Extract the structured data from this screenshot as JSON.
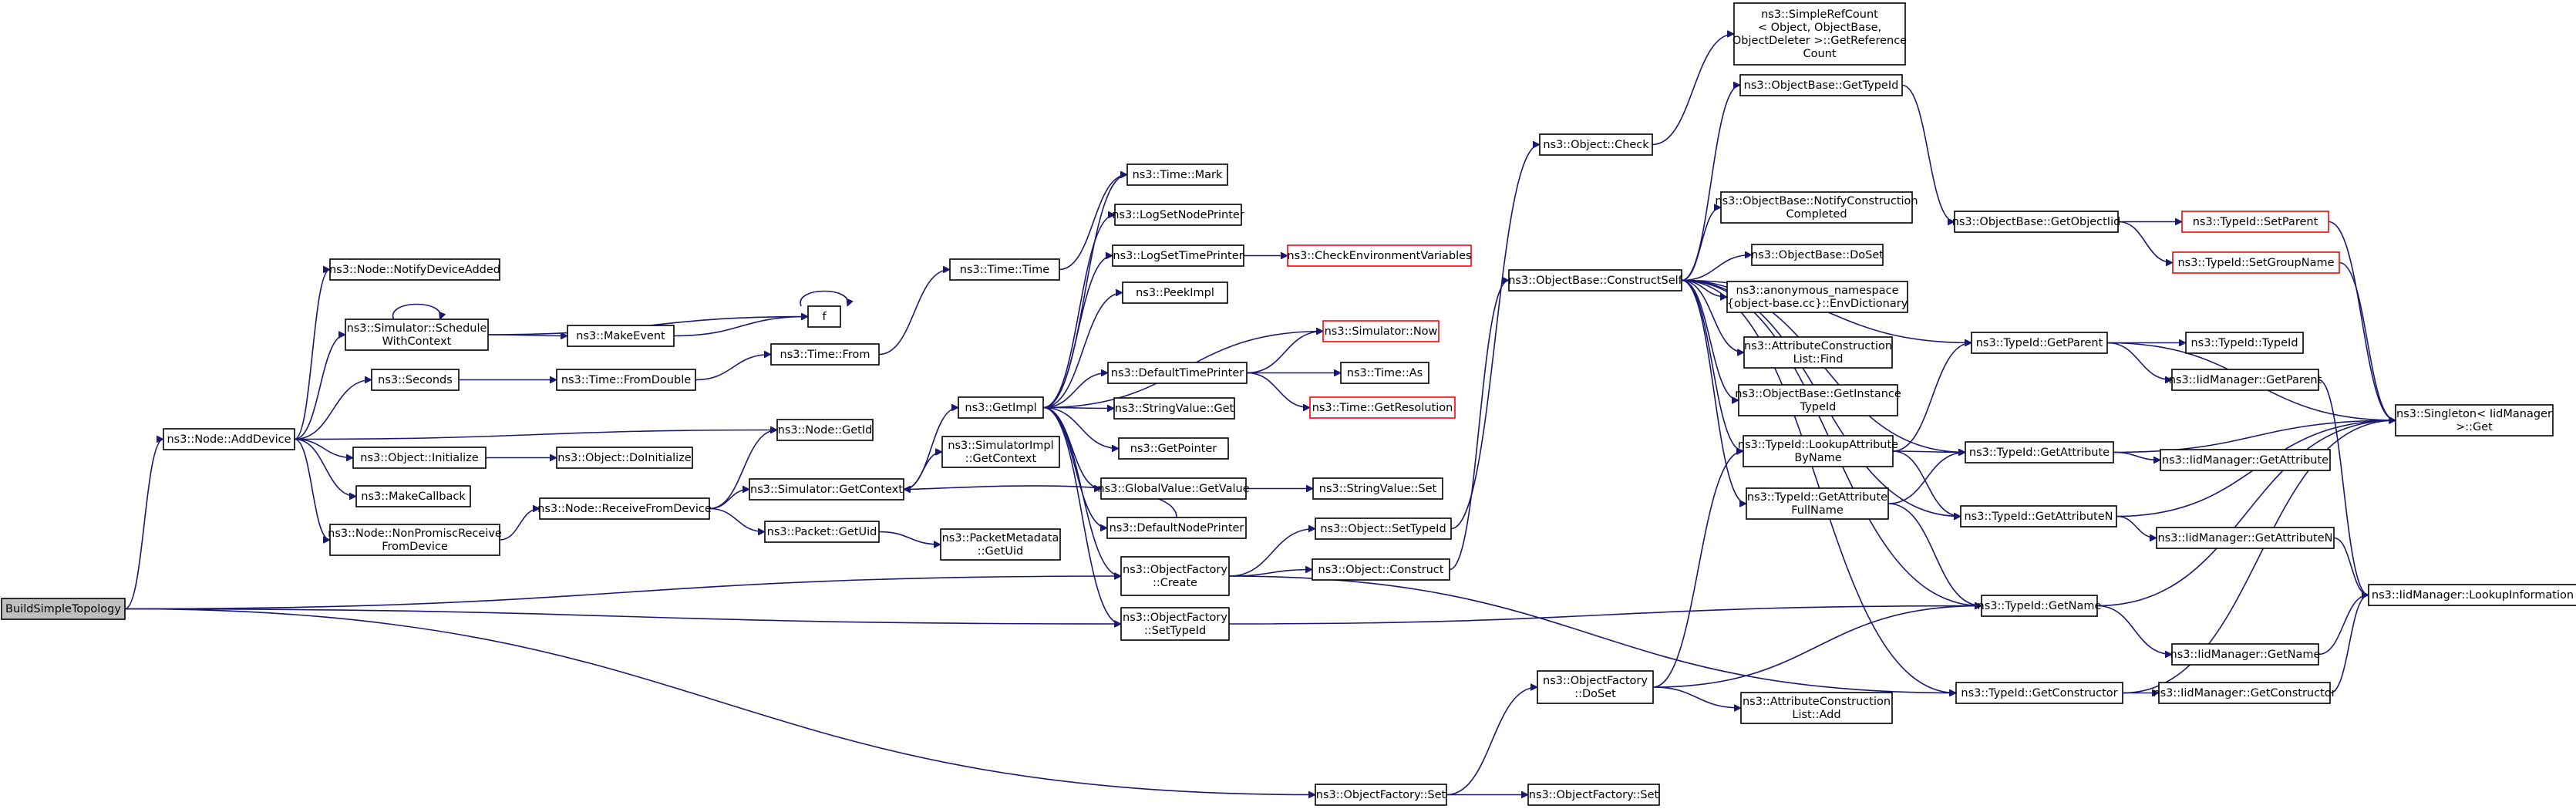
{
  "graph": {
    "type": "call-graph",
    "edge_color": "#191970",
    "highlight_border_color": "#ff0000",
    "root_fill": "#bfbfbf",
    "nodes": [
      {
        "id": "root",
        "lines": [
          "BuildSimpleTopology"
        ],
        "root": true
      },
      {
        "id": "addDevice",
        "lines": [
          "ns3::Node::AddDevice"
        ]
      },
      {
        "id": "notifyDeviceAdded",
        "lines": [
          "ns3::Node::NotifyDeviceAdded"
        ]
      },
      {
        "id": "scheduleWithContext",
        "lines": [
          "ns3::Simulator::Schedule",
          "WithContext"
        ]
      },
      {
        "id": "f",
        "lines": [
          "f"
        ]
      },
      {
        "id": "makeEvent",
        "lines": [
          "ns3::MakeEvent"
        ]
      },
      {
        "id": "seconds",
        "lines": [
          "ns3::Seconds"
        ]
      },
      {
        "id": "fromDouble",
        "lines": [
          "ns3::Time::FromDouble"
        ]
      },
      {
        "id": "timeFrom",
        "lines": [
          "ns3::Time::From"
        ]
      },
      {
        "id": "timeTime",
        "lines": [
          "ns3::Time::Time"
        ]
      },
      {
        "id": "timeMark",
        "lines": [
          "ns3::Time::Mark"
        ]
      },
      {
        "id": "getId",
        "lines": [
          "ns3::Node::GetId"
        ]
      },
      {
        "id": "objInitialize",
        "lines": [
          "ns3::Object::Initialize"
        ]
      },
      {
        "id": "doInitialize",
        "lines": [
          "ns3::Object::DoInitialize"
        ]
      },
      {
        "id": "makeCallback",
        "lines": [
          "ns3::MakeCallback"
        ]
      },
      {
        "id": "nonPromisc",
        "lines": [
          "ns3::Node::NonPromiscReceive",
          "FromDevice"
        ]
      },
      {
        "id": "receiveFromDevice",
        "lines": [
          "ns3::Node::ReceiveFromDevice"
        ]
      },
      {
        "id": "simGetContext",
        "lines": [
          "ns3::Simulator::GetContext"
        ]
      },
      {
        "id": "getImpl",
        "lines": [
          "ns3::GetImpl"
        ]
      },
      {
        "id": "simImplGetContext",
        "lines": [
          "ns3::SimulatorImpl",
          "::GetContext"
        ]
      },
      {
        "id": "packetGetUid",
        "lines": [
          "ns3::Packet::GetUid"
        ]
      },
      {
        "id": "pktMetaGetUid",
        "lines": [
          "ns3::PacketMetadata",
          "::GetUid"
        ]
      },
      {
        "id": "logSetNodePrinter",
        "lines": [
          "ns3::LogSetNodePrinter"
        ]
      },
      {
        "id": "logSetTimePrinter",
        "lines": [
          "ns3::LogSetTimePrinter"
        ]
      },
      {
        "id": "checkEnv",
        "lines": [
          "ns3::CheckEnvironmentVariables"
        ],
        "red": true
      },
      {
        "id": "peekImpl",
        "lines": [
          "ns3::PeekImpl"
        ]
      },
      {
        "id": "defaultTimePrinter",
        "lines": [
          "ns3::DefaultTimePrinter"
        ]
      },
      {
        "id": "simNow",
        "lines": [
          "ns3::Simulator::Now"
        ],
        "red": true
      },
      {
        "id": "timeAs",
        "lines": [
          "ns3::Time::As"
        ]
      },
      {
        "id": "timeGetResolution",
        "lines": [
          "ns3::Time::GetResolution"
        ],
        "red": true
      },
      {
        "id": "stringValueGet",
        "lines": [
          "ns3::StringValue::Get"
        ]
      },
      {
        "id": "getPointer",
        "lines": [
          "ns3::GetPointer"
        ]
      },
      {
        "id": "globalValueGetValue",
        "lines": [
          "ns3::GlobalValue::GetValue"
        ]
      },
      {
        "id": "stringValueSet",
        "lines": [
          "ns3::StringValue::Set"
        ]
      },
      {
        "id": "defaultNodePrinter",
        "lines": [
          "ns3::DefaultNodePrinter"
        ]
      },
      {
        "id": "ofCreate",
        "lines": [
          "ns3::ObjectFactory",
          "::Create"
        ]
      },
      {
        "id": "ofSetTypeId",
        "lines": [
          "ns3::ObjectFactory",
          "::SetTypeId"
        ]
      },
      {
        "id": "objSetTypeId",
        "lines": [
          "ns3::Object::SetTypeId"
        ]
      },
      {
        "id": "objConstruct",
        "lines": [
          "ns3::Object::Construct"
        ]
      },
      {
        "id": "objCheck",
        "lines": [
          "ns3::Object::Check"
        ]
      },
      {
        "id": "simpleRefCount",
        "lines": [
          "ns3::SimpleRefCount",
          "< Object, ObjectBase,",
          "ObjectDeleter >::GetReference",
          "Count"
        ]
      },
      {
        "id": "obGetTypeId",
        "lines": [
          "ns3::ObjectBase::GetTypeId"
        ]
      },
      {
        "id": "constructSelf",
        "lines": [
          "ns3::ObjectBase::ConstructSelf"
        ]
      },
      {
        "id": "notifyConstruction",
        "lines": [
          "ns3::ObjectBase::NotifyConstruction",
          "Completed"
        ]
      },
      {
        "id": "obDoSet",
        "lines": [
          "ns3::ObjectBase::DoSet"
        ]
      },
      {
        "id": "envDictionary",
        "lines": [
          "ns3::anonymous_namespace",
          "{object-base.cc}::EnvDictionary"
        ]
      },
      {
        "id": "acListFind",
        "lines": [
          "ns3::AttributeConstruction",
          "List::Find"
        ]
      },
      {
        "id": "getInstanceTypeId",
        "lines": [
          "ns3::ObjectBase::GetInstance",
          "TypeId"
        ]
      },
      {
        "id": "lookupAttrByName",
        "lines": [
          "ns3::TypeId::LookupAttribute",
          "ByName"
        ]
      },
      {
        "id": "getAttrFullName",
        "lines": [
          "ns3::TypeId::GetAttribute",
          "FullName"
        ]
      },
      {
        "id": "ofDoSet",
        "lines": [
          "ns3::ObjectFactory",
          "::DoSet"
        ]
      },
      {
        "id": "acListAdd",
        "lines": [
          "ns3::AttributeConstruction",
          "List::Add"
        ]
      },
      {
        "id": "ofSet",
        "lines": [
          "ns3::ObjectFactory::Set"
        ]
      },
      {
        "id": "ofSet2",
        "lines": [
          "ns3::ObjectFactory::Set"
        ]
      },
      {
        "id": "getObjectIid",
        "lines": [
          "ns3::ObjectBase::GetObjectIid"
        ]
      },
      {
        "id": "tidSetParent",
        "lines": [
          "ns3::TypeId::SetParent"
        ],
        "red": true
      },
      {
        "id": "tidSetGroupName",
        "lines": [
          "ns3::TypeId::SetGroupName"
        ],
        "red": true
      },
      {
        "id": "tidGetParent",
        "lines": [
          "ns3::TypeId::GetParent"
        ]
      },
      {
        "id": "tidTypeId",
        "lines": [
          "ns3::TypeId::TypeId"
        ]
      },
      {
        "id": "iidGetParent",
        "lines": [
          "ns3::IidManager::GetParent"
        ]
      },
      {
        "id": "tidGetAttribute",
        "lines": [
          "ns3::TypeId::GetAttribute"
        ]
      },
      {
        "id": "iidGetAttribute",
        "lines": [
          "ns3::IidManager::GetAttribute"
        ]
      },
      {
        "id": "tidGetAttributeN",
        "lines": [
          "ns3::TypeId::GetAttributeN"
        ]
      },
      {
        "id": "iidGetAttributeN",
        "lines": [
          "ns3::IidManager::GetAttributeN"
        ]
      },
      {
        "id": "tidGetName",
        "lines": [
          "ns3::TypeId::GetName"
        ]
      },
      {
        "id": "iidGetName",
        "lines": [
          "ns3::IidManager::GetName"
        ]
      },
      {
        "id": "tidGetConstructor",
        "lines": [
          "ns3::TypeId::GetConstructor"
        ]
      },
      {
        "id": "iidGetConstructor",
        "lines": [
          "ns3::IidManager::GetConstructor"
        ]
      },
      {
        "id": "singletonGet",
        "lines": [
          "ns3::Singleton< IidManager",
          ">::Get"
        ]
      },
      {
        "id": "iidLookupInfo",
        "lines": [
          "ns3::IidManager::LookupInformation"
        ]
      }
    ]
  }
}
